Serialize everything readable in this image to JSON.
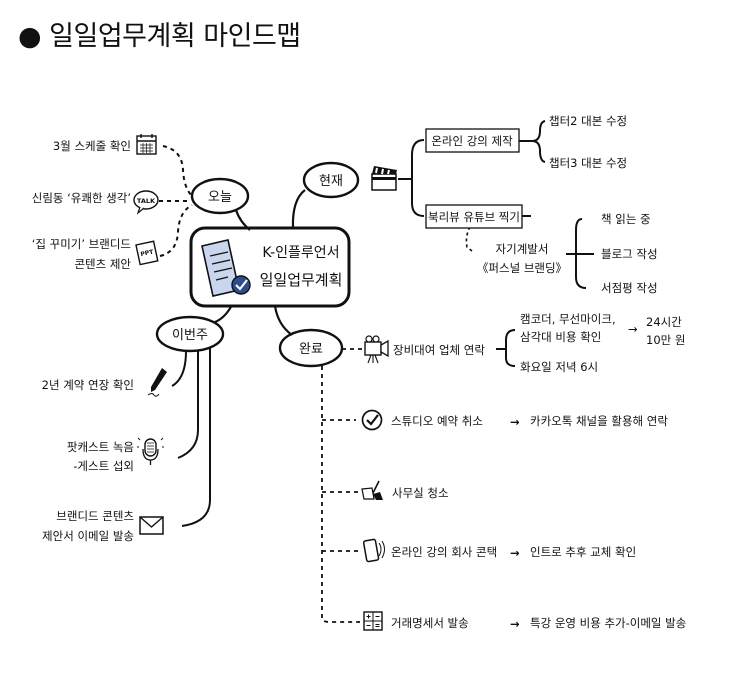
{
  "title": "● 일일업무계획 마인드맵",
  "center": {
    "line1": "K-인플루언서",
    "line2": "일일업무계획"
  },
  "branches": {
    "today": "오늘",
    "current": "현재",
    "this_week": "이번주",
    "done": "완료"
  },
  "today_items": [
    {
      "lines": [
        "3월 스케줄 확인"
      ],
      "icon": "calendar-icon"
    },
    {
      "lines": [
        "신림동 ‘유쾌한 생각’"
      ],
      "icon": "talk-bubble-icon",
      "icon_text": "TALK"
    },
    {
      "lines": [
        "‘집 꾸미기’ 브랜디드",
        "콘텐츠 제안"
      ],
      "icon": "ppt-document-icon",
      "icon_text": "PPT"
    }
  ],
  "current": {
    "groups": [
      {
        "label": "온라인 강의 제작",
        "children": [
          "챕터2 대본 수정",
          "챕터3 대본 수정"
        ]
      },
      {
        "label": "북리뷰 유튜브 찍기",
        "children": [
          "책 읽는 중",
          "블로그 작성",
          "서점평 작성"
        ]
      }
    ],
    "sub": {
      "lines": [
        "자기계발서",
        "《퍼스널 브랜딩》"
      ]
    },
    "icon": "clapperboard-icon"
  },
  "week_items": [
    {
      "lines": [
        "2년 계약 연장 확인"
      ],
      "icon": "pen-icon"
    },
    {
      "lines": [
        "팟캐스트 녹음",
        "-게스트 섭외"
      ],
      "icon": "microphone-icon"
    },
    {
      "lines": [
        "브랜디드 콘텐츠",
        "제안서 이메일 발송"
      ],
      "icon": "envelope-icon"
    }
  ],
  "done_items": [
    {
      "icon": "camera-icon",
      "label": "장비대여 업체 연락",
      "subs": [
        {
          "lines": [
            "캠코더, 무선마이크,",
            "삼각대 비용 확인"
          ],
          "result": [
            "24시간",
            "10만 원"
          ]
        },
        {
          "lines": [
            "화요일 저녁 6시"
          ]
        }
      ]
    },
    {
      "icon": "check-circle-icon",
      "label": "스튜디오 예약 취소",
      "result": "카카오톡 채널을 활용해 연락"
    },
    {
      "icon": "broom-icon",
      "label": "사무실 청소"
    },
    {
      "icon": "phone-icon",
      "label": "온라인 강의 회사 콘택",
      "result": "인트로 추후 교체 확인"
    },
    {
      "icon": "calculator-icon",
      "label": "거래명세서 발송",
      "result": "특강 운영 비용 추가-이메일 발송"
    }
  ],
  "arrow_glyph": "→"
}
